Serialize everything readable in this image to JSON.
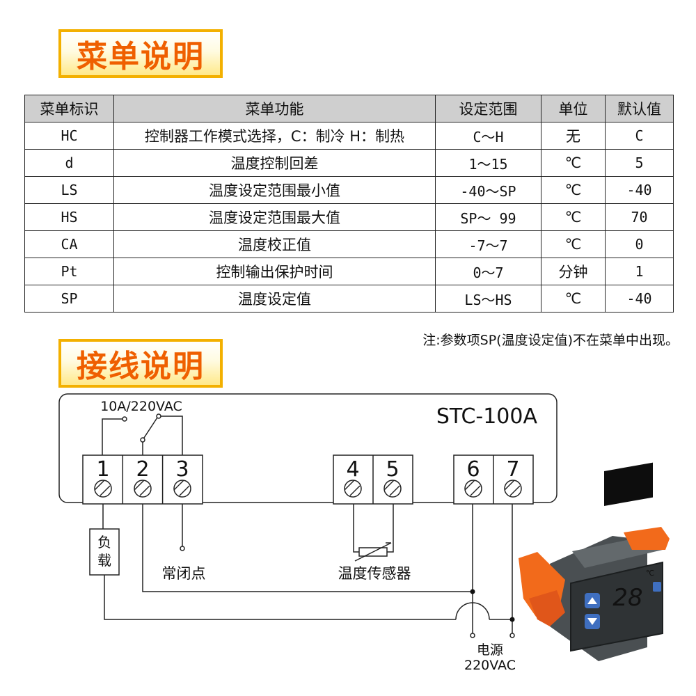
{
  "menu_section": {
    "title": "菜单说明",
    "headers": [
      "菜单标识",
      "菜单功能",
      "设定范围",
      "单位",
      "默认值"
    ],
    "rows": [
      [
        "HC",
        "控制器工作模式选择，C：制冷 H：制热",
        "C～H",
        "无",
        "C"
      ],
      [
        "d",
        "温度控制回差",
        "1～15",
        "℃",
        "5"
      ],
      [
        "LS",
        "温度设定范围最小值",
        "-40～SP",
        "℃",
        "-40"
      ],
      [
        "HS",
        "温度设定范围最大值",
        "SP～ 99",
        "℃",
        "70"
      ],
      [
        "CA",
        "温度校正值",
        "-7～7",
        "℃",
        "0"
      ],
      [
        "Pt",
        "控制输出保护时间",
        "0～7",
        "分钟",
        "1"
      ],
      [
        "SP",
        "温度设定值",
        "LS～HS",
        "℃",
        "-40"
      ]
    ],
    "note": "注:参数项SP(温度设定值)不在菜单中出现。"
  },
  "wiring_section": {
    "title": "接线说明",
    "model": "STC-100A",
    "relay_rating": "10A/220VAC",
    "terminals": [
      "1",
      "2",
      "3",
      "4",
      "5",
      "6",
      "7"
    ],
    "load_label": [
      "负",
      "载"
    ],
    "nc_label": "常闭点",
    "sensor_label": "温度传感器",
    "power_label": "电源",
    "power_voltage": "220VAC",
    "device": {
      "display_value": "28",
      "unit": "℃",
      "up_icon": "arrow-up-icon",
      "down_icon": "arrow-down-icon",
      "set_icon": "set-icon"
    }
  },
  "colors": {
    "title_text": "#ef5f00",
    "title_border": "#f3b000",
    "header_bg": "#cfcfcf",
    "device_orange": "#f26a1b",
    "display_red": "#ff2a2a",
    "button_blue": "#3f6fc0"
  }
}
